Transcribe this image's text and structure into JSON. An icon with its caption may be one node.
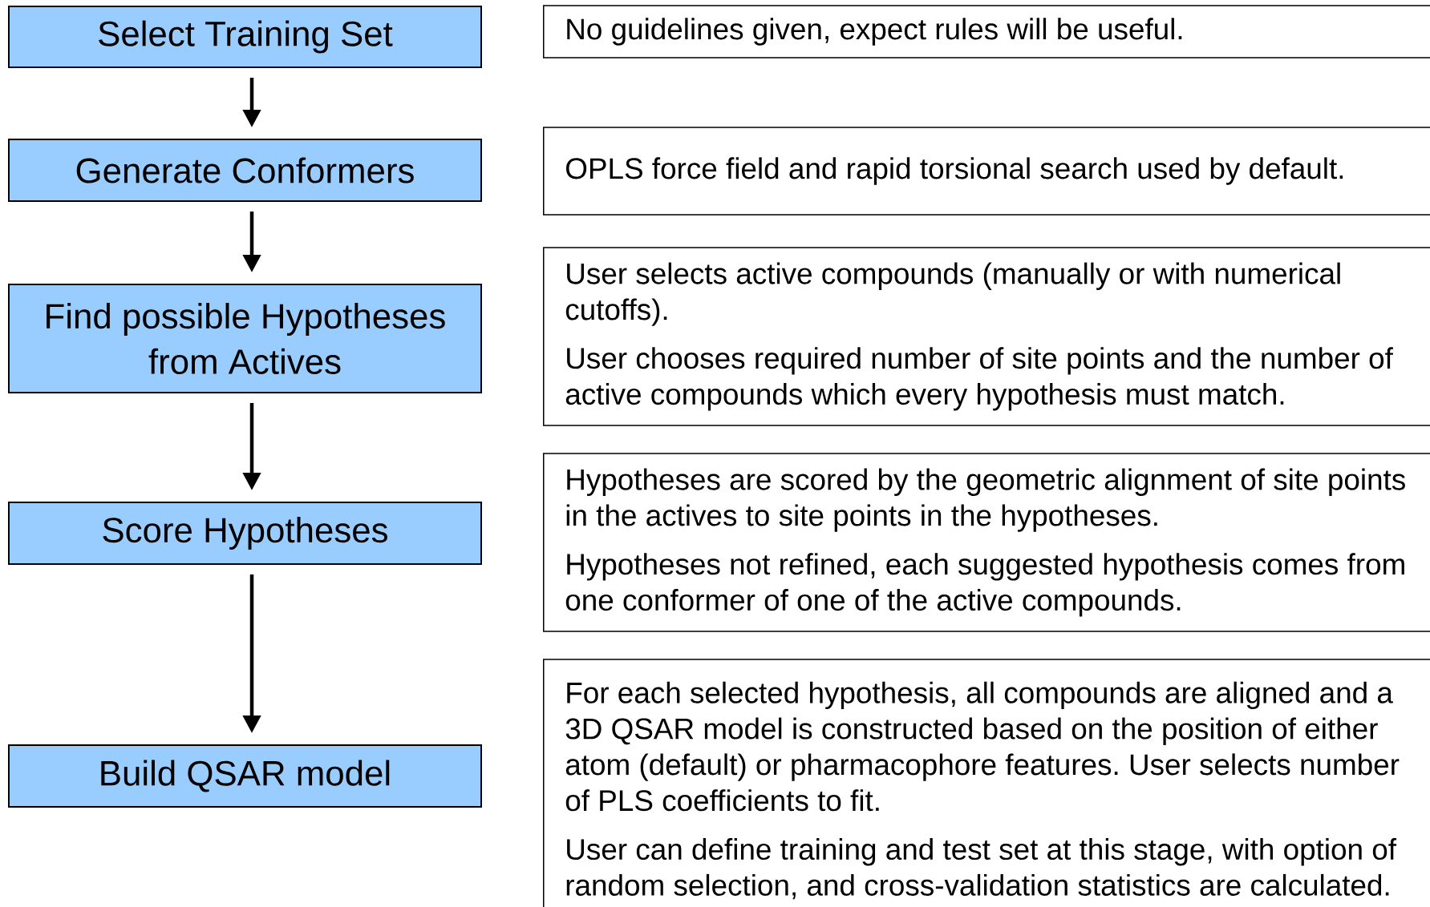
{
  "diagram": {
    "nodes": [
      {
        "text": [
          "Select Training Set"
        ]
      },
      {
        "text": [
          "No guidelines given, expect rules will be useful."
        ]
      },
      {
        "text": [
          "Generate Conformers"
        ]
      },
      {
        "text": [
          "OPLS force field and rapid torsional search used by default."
        ]
      },
      {
        "text": [
          "Find possible Hypotheses from Actives"
        ]
      },
      {
        "text": [
          "User selects active compounds (manually or with numerical cutoffs).",
          "User chooses required number of site points and the number of active compounds which every hypothesis must match."
        ]
      },
      {
        "text": [
          "Score Hypotheses"
        ]
      },
      {
        "text": [
          "Hypotheses are scored by the geometric alignment of site points in the actives to site points in the hypotheses.",
          "Hypotheses not refined, each suggested hypothesis comes from one conformer of one of the active compounds."
        ]
      },
      {
        "text": [
          "Build QSAR model"
        ]
      },
      {
        "text": [
          "For each selected hypothesis, all compounds are aligned and a 3D QSAR model is constructed based on the position of either atom (default) or pharmacophore features. User selects number of PLS coefficients to fit.",
          "User can define training and test set at this stage, with option of random selection, and cross-validation statistics are calculated."
        ]
      }
    ],
    "edges": [
      {
        "from": 0,
        "to": 2,
        "arrow": "to"
      },
      {
        "from": 2,
        "to": 4,
        "arrow": "to"
      },
      {
        "from": 4,
        "to": 6,
        "arrow": "to"
      },
      {
        "from": 6,
        "to": 8,
        "arrow": "to"
      }
    ]
  }
}
